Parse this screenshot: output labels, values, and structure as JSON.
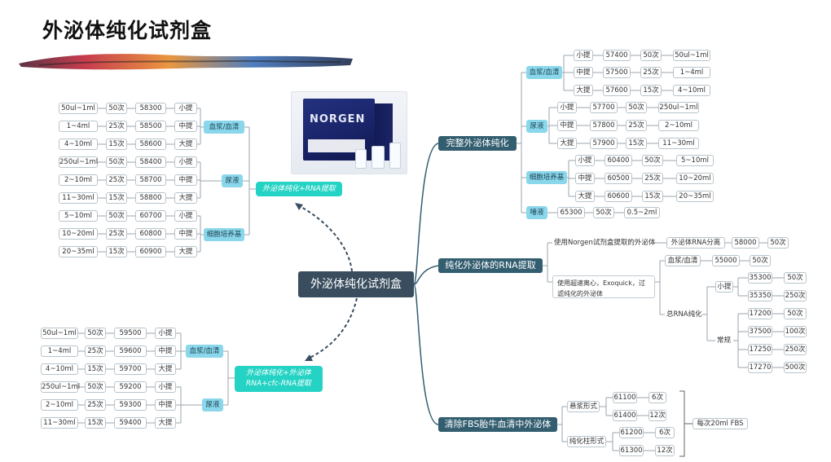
{
  "title": "外泌体纯化试剂盒",
  "center": "外泌体纯化试剂盒",
  "product_brand": "NORGEN",
  "left_top": {
    "label": "外泌体纯化+RNA提取",
    "groups": [
      {
        "name": "血浆/血清",
        "rows": [
          [
            "50ul~1ml",
            "50次",
            "58300",
            "小提"
          ],
          [
            "1~4ml",
            "25次",
            "58500",
            "中提"
          ],
          [
            "4~10ml",
            "15次",
            "58600",
            "大提"
          ]
        ]
      },
      {
        "name": "尿液",
        "rows": [
          [
            "250ul~1ml",
            "50次",
            "58400",
            "小提"
          ],
          [
            "2~10ml",
            "25次",
            "58700",
            "中提"
          ],
          [
            "11~30ml",
            "15次",
            "58800",
            "大提"
          ]
        ]
      },
      {
        "name": "细胞培养基",
        "rows": [
          [
            "5~10ml",
            "50次",
            "60700",
            "小提"
          ],
          [
            "10~20ml",
            "25次",
            "60800",
            "中提"
          ],
          [
            "20~35ml",
            "15次",
            "60900",
            "大提"
          ]
        ]
      }
    ]
  },
  "left_bottom": {
    "label_line1": "外泌体纯化+外泌体",
    "label_line2": "RNA+cfc-RNA提取",
    "groups": [
      {
        "name": "血浆/血清",
        "rows": [
          [
            "50ul~1ml",
            "50次",
            "59500",
            "小提"
          ],
          [
            "1~4ml",
            "25次",
            "59600",
            "中提"
          ],
          [
            "4~10ml",
            "15次",
            "59700",
            "大提"
          ]
        ]
      },
      {
        "name": "尿液",
        "rows": [
          [
            "250ul~1ml",
            "50次",
            "59200",
            "小提"
          ],
          [
            "2~10ml",
            "25次",
            "59300",
            "中提"
          ],
          [
            "11~30ml",
            "15次",
            "59400",
            "大提"
          ]
        ]
      }
    ]
  },
  "right_complete": {
    "label": "完整外泌体纯化",
    "groups": [
      {
        "name": "血浆/血清",
        "rows": [
          [
            "小提",
            "57400",
            "50次",
            "50ul~1ml"
          ],
          [
            "中提",
            "57500",
            "25次",
            "1~4ml"
          ],
          [
            "大提",
            "57600",
            "15次",
            "4~10ml"
          ]
        ]
      },
      {
        "name": "尿液",
        "rows": [
          [
            "小提",
            "57700",
            "50次",
            "250ul~1ml"
          ],
          [
            "中提",
            "57800",
            "25次",
            "2~10ml"
          ],
          [
            "大提",
            "57900",
            "15次",
            "11~30ml"
          ]
        ]
      },
      {
        "name": "细胞培养基",
        "rows": [
          [
            "小提",
            "60400",
            "50次",
            "5~10ml"
          ],
          [
            "中提",
            "60500",
            "25次",
            "10~20ml"
          ],
          [
            "大提",
            "60600",
            "15次",
            "20~35ml"
          ]
        ]
      }
    ],
    "saliva": {
      "name": "唾液",
      "row": [
        "65300",
        "50次",
        "0.5~2ml"
      ]
    }
  },
  "right_rna": {
    "label": "纯化外泌体的RNA提取",
    "norgen": {
      "text": "使用Norgen试剂盒提取的外泌体",
      "sub": "外泌体RNA分离",
      "cat": "58000",
      "count": "50次"
    },
    "other": {
      "text": "使用超速离心，Exoquick，过滤纯化的外泌体",
      "plasma": {
        "name": "血浆/血清",
        "cat": "55000",
        "count": "50次"
      },
      "total": {
        "name": "总RNA纯化",
        "mini": {
          "name": "小提",
          "rows": [
            [
              "35300",
              "50次"
            ],
            [
              "35350",
              "250次"
            ]
          ]
        },
        "std": {
          "name": "常规",
          "rows": [
            [
              "17200",
              "50次"
            ],
            [
              "37500",
              "100次"
            ],
            [
              "17250",
              "250次"
            ],
            [
              "17270",
              "500次"
            ]
          ]
        }
      }
    }
  },
  "right_fbs": {
    "label": "清除FBS胎牛血清中外泌体",
    "suspension": {
      "name": "悬浆形式",
      "rows": [
        [
          "61100",
          "6次"
        ],
        [
          "61400",
          "12次"
        ]
      ]
    },
    "column": {
      "name": "纯化柱形式",
      "rows": [
        [
          "61200",
          "6次"
        ],
        [
          "61300",
          "12次"
        ]
      ]
    },
    "note": "每次20ml FBS"
  },
  "colors": {
    "center": "#394d5e",
    "branch": "#335e70",
    "teal": "#25d3c5",
    "category": "#8ad7ec",
    "wire": "#9aa5ad"
  }
}
